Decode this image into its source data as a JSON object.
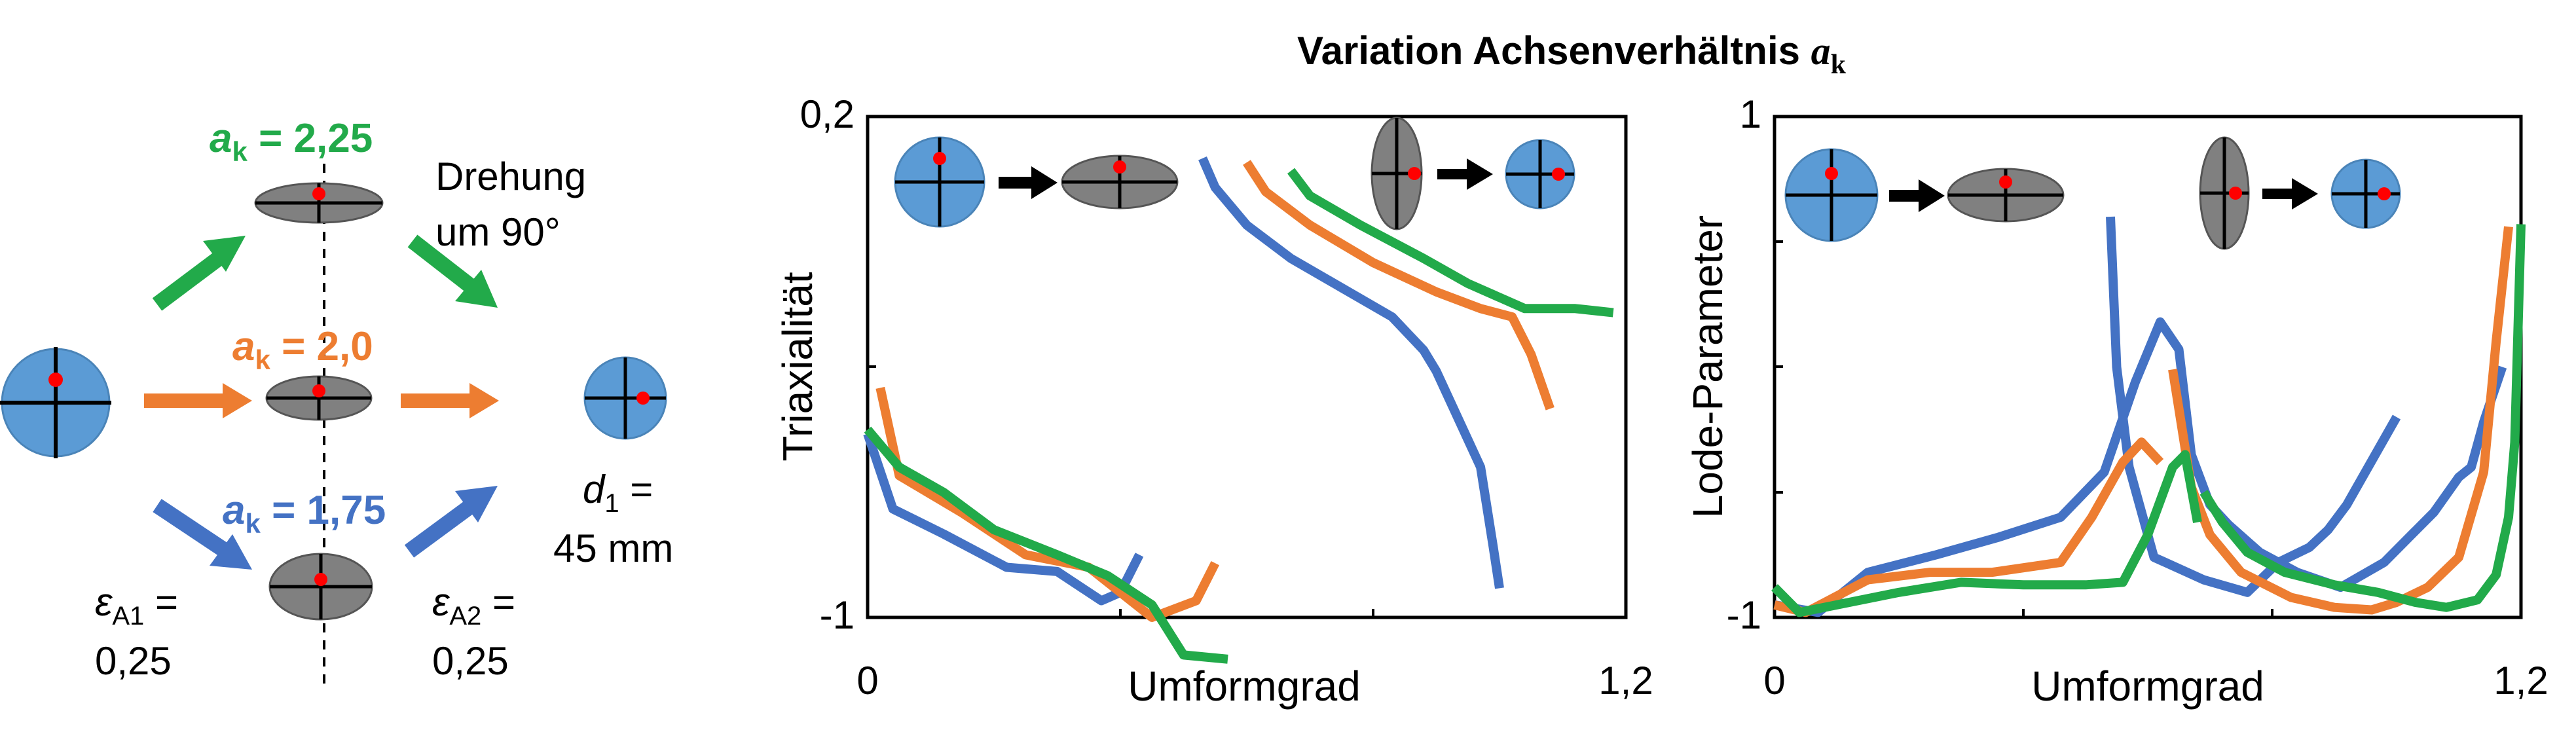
{
  "figure": {
    "title_text": "Variation Achsenverhältnis ",
    "title_symbol": "a",
    "title_subscript": "k"
  },
  "schematic": {
    "ak_symbol": "a",
    "ak_subscript": "k",
    "variants": [
      {
        "value_text": " = 2,25",
        "color": "#22AA4A"
      },
      {
        "value_text": " = 2,0",
        "color": "#ED7D31"
      },
      {
        "value_text": " = 1,75",
        "color": "#4472C4"
      }
    ],
    "rotation_line1": "Drehung",
    "rotation_line2": "um 90°",
    "d1_symbol": "d",
    "d1_subscript": "1",
    "d1_equals": " =",
    "d1_value": "45 mm",
    "eps_symbol": "ε",
    "eps1_subscript": "A1",
    "eps2_subscript": "A2",
    "eps_equals": " =",
    "eps1_value": "0,25",
    "eps2_value": "0,25",
    "circle_color": "#5B9BD5",
    "ellipse_color": "#808080",
    "marker_color": "#FF0000"
  },
  "chart_data": [
    {
      "type": "line",
      "title": "",
      "xlabel": "Umformgrad",
      "ylabel": "Triaxialität",
      "xlim": [
        0,
        1.2
      ],
      "ylim": [
        -1,
        0.2
      ],
      "x_tick_labels": [
        "0",
        "1,2"
      ],
      "y_tick_labels": [
        "0,2",
        "-1"
      ],
      "grid": false,
      "series": [
        {
          "color": "#4472C4",
          "segments": [
            [
              [
                0,
                -0.56
              ],
              [
                0.04,
                -0.74
              ],
              [
                0.12,
                -0.8
              ],
              [
                0.22,
                -0.88
              ],
              [
                0.3,
                -0.89
              ],
              [
                0.37,
                -0.96
              ],
              [
                0.4,
                -0.94
              ],
              [
                0.43,
                -0.85
              ]
            ],
            [
              [
                0.53,
                0.1
              ],
              [
                0.55,
                0.03
              ],
              [
                0.6,
                -0.06
              ],
              [
                0.67,
                -0.14
              ],
              [
                0.75,
                -0.21
              ],
              [
                0.83,
                -0.28
              ],
              [
                0.88,
                -0.36
              ],
              [
                0.9,
                -0.41
              ],
              [
                0.97,
                -0.64
              ],
              [
                0.99,
                -0.83
              ],
              [
                1.0,
                -0.93
              ]
            ]
          ]
        },
        {
          "color": "#ED7D31",
          "segments": [
            [
              [
                0.02,
                -0.45
              ],
              [
                0.05,
                -0.66
              ],
              [
                0.15,
                -0.75
              ],
              [
                0.25,
                -0.85
              ],
              [
                0.35,
                -0.88
              ],
              [
                0.4,
                -0.94
              ],
              [
                0.45,
                -1.0
              ],
              [
                0.52,
                -0.96
              ],
              [
                0.55,
                -0.87
              ]
            ],
            [
              [
                0.6,
                0.09
              ],
              [
                0.63,
                0.02
              ],
              [
                0.7,
                -0.06
              ],
              [
                0.8,
                -0.15
              ],
              [
                0.9,
                -0.22
              ],
              [
                0.97,
                -0.26
              ],
              [
                1.02,
                -0.28
              ],
              [
                1.05,
                -0.37
              ],
              [
                1.08,
                -0.5
              ]
            ]
          ]
        },
        {
          "color": "#22AA4A",
          "segments": [
            [
              [
                0,
                -0.55
              ],
              [
                0.05,
                -0.64
              ],
              [
                0.12,
                -0.7
              ],
              [
                0.2,
                -0.79
              ],
              [
                0.3,
                -0.85
              ],
              [
                0.38,
                -0.9
              ],
              [
                0.45,
                -0.97
              ],
              [
                0.5,
                -1.09
              ],
              [
                0.57,
                -1.1
              ]
            ],
            [
              [
                0.58,
                -0.7
              ]
            ],
            [
              [
                0.67,
                0.07
              ],
              [
                0.7,
                0.01
              ],
              [
                0.78,
                -0.06
              ],
              [
                0.88,
                -0.14
              ],
              [
                0.95,
                -0.2
              ],
              [
                1.04,
                -0.26
              ],
              [
                1.12,
                -0.26
              ],
              [
                1.18,
                -0.27
              ]
            ]
          ]
        }
      ]
    },
    {
      "type": "line",
      "title": "",
      "xlabel": "Umformgrad",
      "ylabel": "Lode-Parameter",
      "xlim": [
        0,
        1.2
      ],
      "ylim": [
        -1,
        1
      ],
      "x_tick_labels": [
        "0",
        "1,2"
      ],
      "y_tick_labels": [
        "1",
        "-1"
      ],
      "grid": false,
      "series": [
        {
          "color": "#4472C4",
          "segments": [
            [
              [
                0,
                -0.95
              ],
              [
                0.07,
                -0.98
              ],
              [
                0.15,
                -0.82
              ],
              [
                0.26,
                -0.75
              ],
              [
                0.36,
                -0.68
              ],
              [
                0.46,
                -0.6
              ],
              [
                0.53,
                -0.42
              ],
              [
                0.58,
                -0.06
              ],
              [
                0.62,
                0.18
              ],
              [
                0.65,
                0.07
              ],
              [
                0.67,
                -0.35
              ],
              [
                0.7,
                -0.55
              ],
              [
                0.73,
                -0.63
              ],
              [
                0.78,
                -0.74
              ],
              [
                0.84,
                -0.82
              ],
              [
                0.91,
                -0.88
              ],
              [
                0.98,
                -0.78
              ],
              [
                1.06,
                -0.58
              ],
              [
                1.1,
                -0.44
              ],
              [
                1.12,
                -0.4
              ],
              [
                1.14,
                -0.22
              ],
              [
                1.17,
                0.0
              ]
            ],
            [
              [
                0.54,
                0.6
              ],
              [
                0.55,
                0.0
              ],
              [
                0.57,
                -0.4
              ],
              [
                0.61,
                -0.76
              ],
              [
                0.69,
                -0.85
              ],
              [
                0.76,
                -0.9
              ],
              [
                0.81,
                -0.78
              ],
              [
                0.86,
                -0.72
              ],
              [
                0.89,
                -0.65
              ],
              [
                0.92,
                -0.55
              ],
              [
                1.0,
                -0.2
              ]
            ]
          ]
        },
        {
          "color": "#ED7D31",
          "segments": [
            [
              [
                0,
                -0.95
              ],
              [
                0.05,
                -0.98
              ],
              [
                0.15,
                -0.85
              ],
              [
                0.25,
                -0.82
              ],
              [
                0.35,
                -0.82
              ],
              [
                0.46,
                -0.78
              ],
              [
                0.51,
                -0.6
              ],
              [
                0.56,
                -0.38
              ],
              [
                0.59,
                -0.3
              ],
              [
                0.62,
                -0.38
              ]
            ],
            [
              [
                0.64,
                -0.01
              ],
              [
                0.67,
                -0.48
              ],
              [
                0.7,
                -0.67
              ],
              [
                0.75,
                -0.82
              ],
              [
                0.83,
                -0.92
              ],
              [
                0.9,
                -0.96
              ],
              [
                0.96,
                -0.97
              ],
              [
                1.0,
                -0.94
              ],
              [
                1.05,
                -0.88
              ],
              [
                1.1,
                -0.76
              ],
              [
                1.14,
                -0.42
              ],
              [
                1.16,
                0.1
              ],
              [
                1.18,
                0.56
              ]
            ]
          ]
        },
        {
          "color": "#22AA4A",
          "segments": [
            [
              [
                0,
                -0.88
              ],
              [
                0.04,
                -0.98
              ],
              [
                0.1,
                -0.95
              ],
              [
                0.2,
                -0.9
              ],
              [
                0.3,
                -0.86
              ],
              [
                0.4,
                -0.87
              ],
              [
                0.5,
                -0.87
              ],
              [
                0.56,
                -0.86
              ],
              [
                0.6,
                -0.67
              ],
              [
                0.64,
                -0.4
              ],
              [
                0.66,
                -0.35
              ],
              [
                0.68,
                -0.62
              ]
            ],
            [
              [
                0.69,
                -0.5
              ],
              [
                0.72,
                -0.62
              ],
              [
                0.76,
                -0.74
              ],
              [
                0.82,
                -0.82
              ],
              [
                0.9,
                -0.87
              ],
              [
                0.97,
                -0.9
              ],
              [
                1.03,
                -0.94
              ],
              [
                1.08,
                -0.96
              ],
              [
                1.13,
                -0.93
              ],
              [
                1.16,
                -0.83
              ],
              [
                1.18,
                -0.6
              ],
              [
                1.19,
                -0.3
              ],
              [
                1.2,
                0.57
              ]
            ]
          ]
        }
      ]
    }
  ]
}
